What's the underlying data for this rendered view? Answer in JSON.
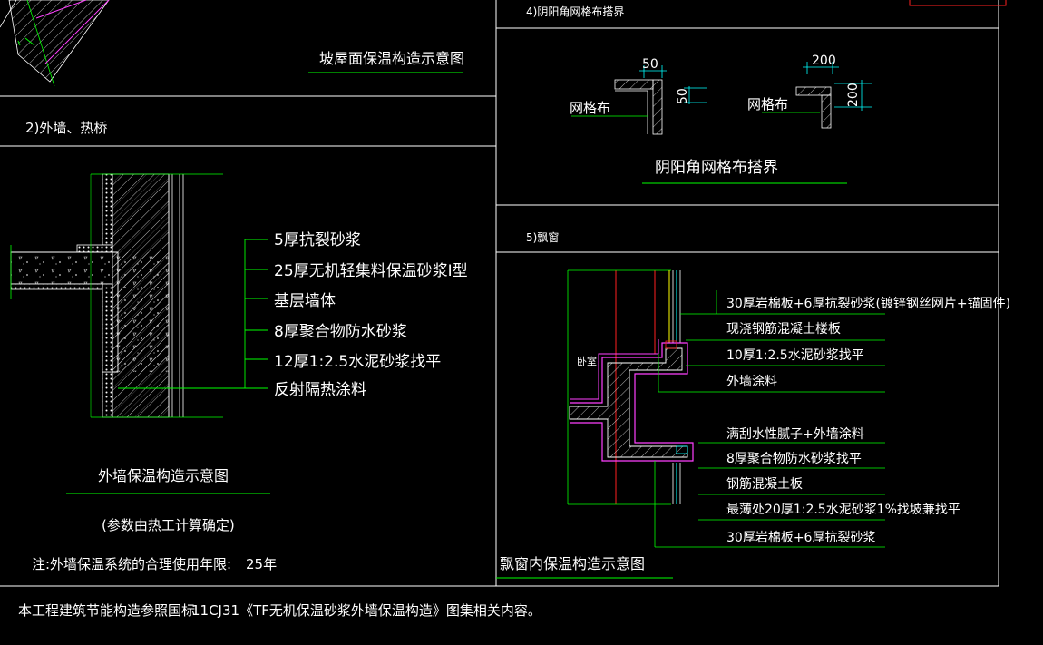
{
  "colors": {
    "background": "#000000",
    "frame": "#ffffff",
    "leader": "#00ff00",
    "axis_red": "#ff2020",
    "insulation": "#ff40ff",
    "dimension": "#00ffff",
    "glass": "#ffff00"
  },
  "roof": {
    "caption": "坡屋面保温构造示意图"
  },
  "wall": {
    "section_title": "2)外墙、热桥",
    "layers": [
      "5厚抗裂砂浆",
      "25厚无机轻集料保温砂浆I型",
      "基层墙体",
      "8厚聚合物防水砂浆",
      "12厚1:2.5水泥砂浆找平",
      "反射隔热涂料"
    ],
    "caption": "外墙保温构造示意图",
    "subcaption": "(参数由热工计算确定)",
    "note_label": "注:外墙保温系统的合理使用年限:",
    "note_value": "25年"
  },
  "corner": {
    "section_title": "4)阴阳角网格布搭界",
    "left_dim_top": "50",
    "left_dim_side": "50",
    "left_label": "网格布",
    "right_dim_top": "200",
    "right_dim_side": "200",
    "right_label": "网格布",
    "caption": "阴阳角网格布搭界"
  },
  "bay": {
    "section_title": "5)飘窗",
    "room_label": "卧室",
    "layers": [
      "30厚岩棉板+6厚抗裂砂浆(镀锌钢丝网片+锚固件)",
      "现浇钢筋混凝土楼板",
      "10厚1:2.5水泥砂浆找平",
      "外墙涂料",
      "满刮水性腻子+外墙涂料",
      "8厚聚合物防水砂浆找平",
      "钢筋混凝土板",
      "最薄处20厚1:2.5水泥砂浆1%找坡兼找平",
      "30厚岩棉板+6厚抗裂砂浆"
    ],
    "caption": "飘窗内保温构造示意图"
  },
  "footer": {
    "text": "本工程建筑节能构造参照国标",
    "code": "11CJ31《TF无机保温砂浆外墙保温构造》图集相关内容。"
  }
}
